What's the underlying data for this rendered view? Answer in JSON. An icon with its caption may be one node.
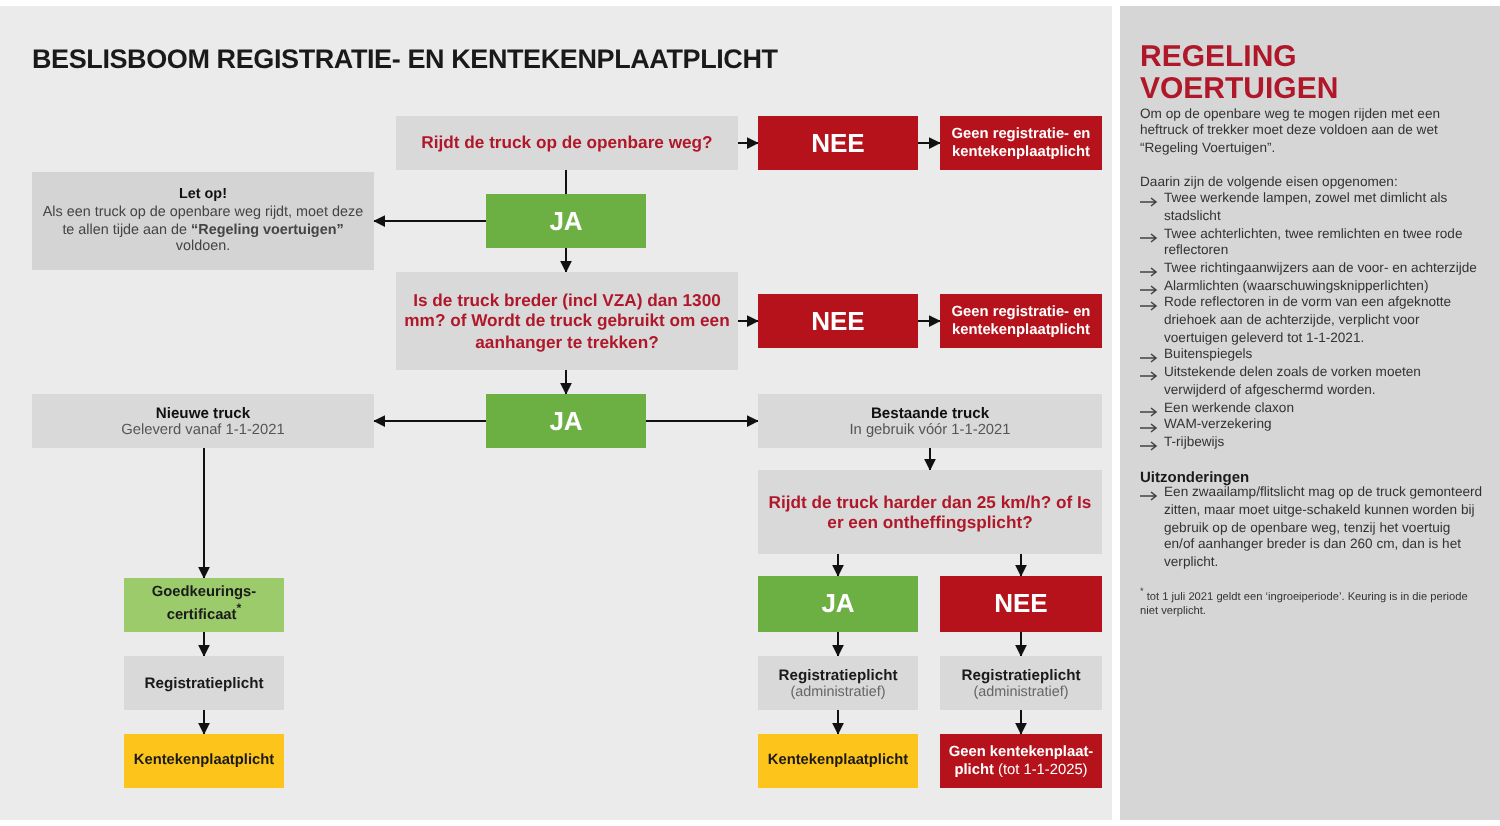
{
  "diagram": {
    "title": "BESLISBOOM REGISTRATIE- EN KENTEKENPLAATPLICHT",
    "nodes": [
      {
        "text": [
          "Rijdt de truck op de openbare weg?"
        ]
      },
      {
        "text": [
          "NEE"
        ]
      },
      {
        "text": [
          "Geen registratie- en kentekenplaatplicht"
        ]
      },
      {
        "text": [
          "JA"
        ]
      },
      {
        "text": [
          "Let op!",
          "Als een truck op de openbare weg rijdt, moet deze te allen tijde aan de **“Regeling voertuigen”** voldoen."
        ]
      },
      {
        "text": [
          "Is de truck breder (incl VZA) dan 1300 mm? of Wordt de truck gebruikt om een aanhanger te trekken?"
        ]
      },
      {
        "text": [
          "NEE"
        ]
      },
      {
        "text": [
          "Geen registratie- en kentekenplaatplicht"
        ]
      },
      {
        "text": [
          "JA"
        ]
      },
      {
        "text": [
          "Nieuwe truck",
          "Geleverd vanaf 1-1-2021"
        ]
      },
      {
        "text": [
          "Bestaande truck",
          "In gebruik vóór 1-1-2021"
        ]
      },
      {
        "text": [
          "Rijdt de truck harder dan 25 km/h? of Is er een ontheffingsplicht?"
        ]
      },
      {
        "text": [
          "Goedkeurings-certificaat$^{*}$"
        ]
      },
      {
        "text": [
          "JA"
        ]
      },
      {
        "text": [
          "NEE"
        ]
      },
      {
        "text": [
          "Registratieplicht"
        ]
      },
      {
        "text": [
          "Registratieplicht",
          "(administratief)"
        ]
      },
      {
        "text": [
          "Registratieplicht",
          "(administratief)"
        ]
      },
      {
        "text": [
          "Kentekenplaatplicht"
        ]
      },
      {
        "text": [
          "Kentekenplaatplicht"
        ]
      },
      {
        "text": [
          "**Geen kentekenplaat-plicht** (tot 1-1-2025)"
        ]
      },
      {
        "text": [
          "REGELING VOERTUIGEN",
          "Om op de openbare weg te mogen rijden met een heftruck of trekker moet deze voldoen aan de wet “Regeling Voertuigen”.",
          "Daarin zijn de volgende eisen opgenomen:",
          "Twee werkende lampen, zowel met dimlicht als stadslicht",
          "Twee achterlichten, twee remlichten en twee rode reflectoren",
          "Twee richtingaanwijzers aan de voor- en achterzijde",
          "Alarmlichten (waarschuwingsknipperlichten)",
          "Rode reflectoren in de vorm van een afgeknotte driehoek aan de achterzijde, verplicht voor voertuigen geleverd tot 1-1-2021.",
          "Buitenspiegels",
          "Uitstekende delen zoals de vorken moeten verwijderd of afgeschermd worden.",
          "Een werkende claxon",
          "WAM-verzekering",
          "T-rijbewijs",
          "Uitzonderingen",
          "Een zwaailamp/flitslicht mag op de truck gemonteerd zitten, maar moet uitge-schakeld kunnen worden bij gebruik op de openbare weg, tenzij het voertuig en/of aanhanger breder is dan 260 cm, dan is het verplicht.",
          "$^{*}$ tot 1 juli 2021 geldt een ‘ingroeiperiode’. Keuring is in die periode niet verplicht."
        ]
      }
    ],
    "edges": [
      {
        "from": 0,
        "to": 1,
        "arrow": "to"
      },
      {
        "from": 1,
        "to": 2,
        "arrow": "to"
      },
      {
        "from": 0,
        "to": 3,
        "arrow": "none"
      },
      {
        "from": 3,
        "to": 4,
        "arrow": "to"
      },
      {
        "from": 3,
        "to": 5,
        "arrow": "to"
      },
      {
        "from": 5,
        "to": 6,
        "arrow": "to"
      },
      {
        "from": 6,
        "to": 7,
        "arrow": "to"
      },
      {
        "from": 5,
        "to": 8,
        "arrow": "to"
      },
      {
        "from": 8,
        "to": 9,
        "arrow": "to"
      },
      {
        "from": 8,
        "to": 10,
        "arrow": "to"
      },
      {
        "from": 10,
        "to": 11,
        "arrow": "to"
      },
      {
        "from": 9,
        "to": 12,
        "arrow": "to"
      },
      {
        "from": 11,
        "to": 13,
        "arrow": "to"
      },
      {
        "from": 11,
        "to": 14,
        "arrow": "to"
      },
      {
        "from": 12,
        "to": 15,
        "arrow": "to"
      },
      {
        "from": 15,
        "to": 18,
        "arrow": "to"
      },
      {
        "from": 13,
        "to": 16,
        "arrow": "to"
      },
      {
        "from": 16,
        "to": 19,
        "arrow": "to"
      },
      {
        "from": 14,
        "to": 17,
        "arrow": "to"
      },
      {
        "from": 17,
        "to": 20,
        "arrow": "to"
      }
    ]
  }
}
